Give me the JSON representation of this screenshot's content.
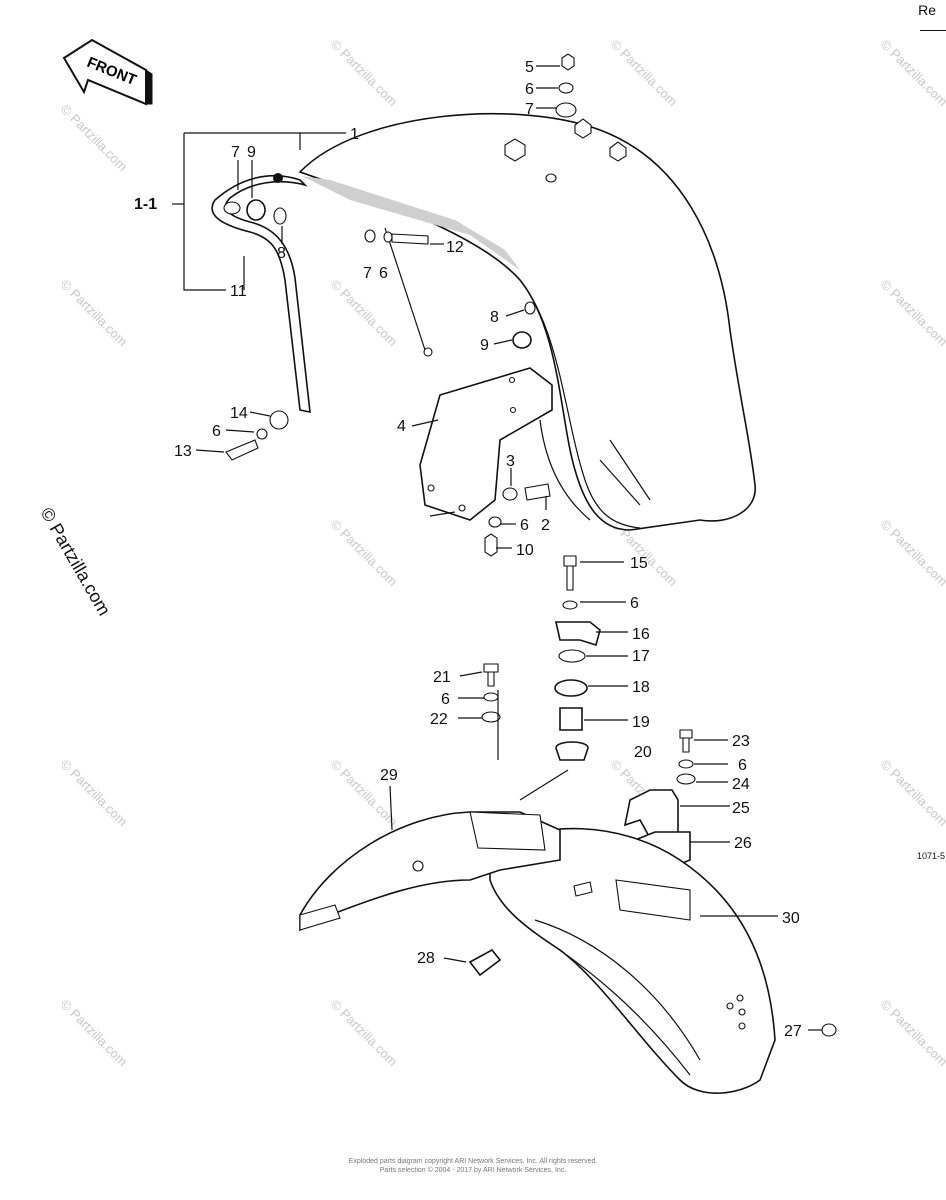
{
  "header_text": "Re",
  "figure_code": "1071-5",
  "front_arrow_text": "FRONT",
  "watermark": "© Partzilla.com",
  "footer": {
    "line1": "Exploded parts diagram copyright ARI Network Services, Inc. All rights reserved.",
    "line2": "Parts selection © 2004 - 2017 by ARI Network Services, Inc."
  },
  "callouts": {
    "c1": "1",
    "c1_1": "1-1",
    "c2": "2",
    "c3": "3",
    "c4": "4",
    "c5": "5",
    "c6a": "6",
    "c6b": "6",
    "c6c": "6",
    "c6d": "6",
    "c6e": "6",
    "c6f": "6",
    "c6g": "6",
    "c7a": "7",
    "c7b": "7",
    "c7c": "7",
    "c8a": "8",
    "c8b": "8",
    "c9a": "9",
    "c9b": "9",
    "c10": "10",
    "c11": "11",
    "c12": "12",
    "c13": "13",
    "c14": "14",
    "c15": "15",
    "c16": "16",
    "c17": "17",
    "c18": "18",
    "c19": "19",
    "c20": "20",
    "c21": "21",
    "c22": "22",
    "c23": "23",
    "c24": "24",
    "c25": "25",
    "c26": "26",
    "c27": "27",
    "c28": "28",
    "c29": "29",
    "c30": "30"
  }
}
